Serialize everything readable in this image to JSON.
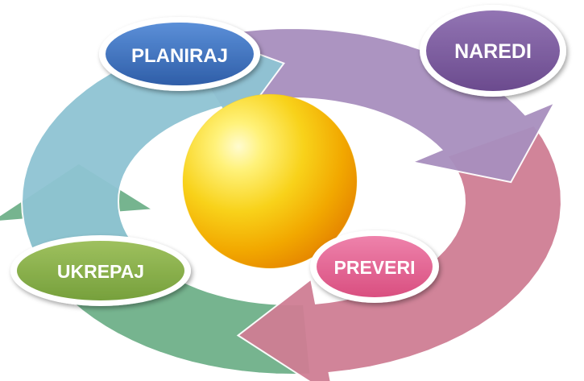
{
  "cycle": {
    "steps": [
      {
        "label": "PLANIRAJ",
        "color": "#3a6cb8",
        "arrow_color": "#8fc4d3"
      },
      {
        "label": "NAREDI",
        "color": "#7b5a9e",
        "arrow_color": "#a88fbe"
      },
      {
        "label": "PREVERI",
        "color": "#e2648f",
        "arrow_color": "#cf7e94"
      },
      {
        "label": "UKREPAJ",
        "color": "#86ad4a",
        "arrow_color": "#6fb08a"
      }
    ],
    "center_color": "#f5c400"
  }
}
